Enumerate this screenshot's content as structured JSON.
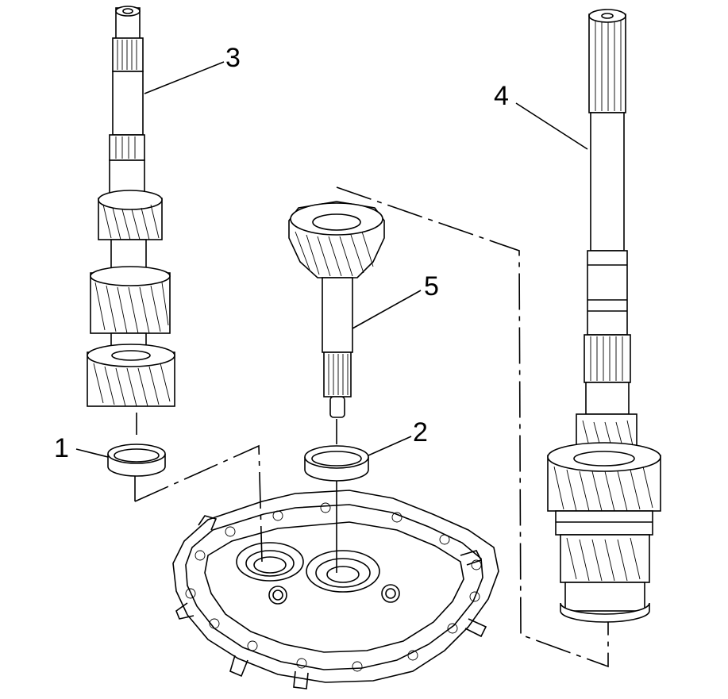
{
  "callouts": [
    {
      "id": "c1",
      "label": "1"
    },
    {
      "id": "c2",
      "label": "2"
    },
    {
      "id": "c3",
      "label": "3"
    },
    {
      "id": "c4",
      "label": "4"
    },
    {
      "id": "c5",
      "label": "5"
    }
  ],
  "parts": [
    {
      "name": "bearing-race-left"
    },
    {
      "name": "bearing-race-center"
    },
    {
      "name": "countershaft-assembly"
    },
    {
      "name": "mainshaft-assembly"
    },
    {
      "name": "input-shaft-gear"
    },
    {
      "name": "case-adapter-plate"
    }
  ]
}
